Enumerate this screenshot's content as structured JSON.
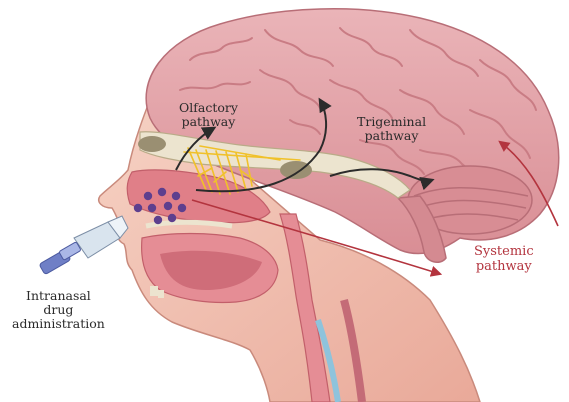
{
  "labels": {
    "olfactory": [
      "Olfactory",
      "pathway"
    ],
    "trigeminal": [
      "Trigeminal",
      "pathway"
    ],
    "systemic": [
      "Systemic",
      "pathway"
    ],
    "intranasal": [
      "Intranasal",
      "drug",
      "administration"
    ]
  },
  "colors": {
    "background": "#ffffff",
    "brain": "#e4a3a8",
    "brain_sulci": "#c97c84",
    "skin": "#f2c2b3",
    "skin_outline": "#c98a7c",
    "bone": "#ece4cf",
    "mucosa": "#e07f88",
    "olfactory_nerve": "#f0c12a",
    "drug_particles": "#5d3f8e",
    "pathway_arrow_dark": "#2b2b2b",
    "systemic_arrow": "#b3343e",
    "systemic_label": "#b3343e",
    "device": "#d9e4ee",
    "device_accent": "#6f7fc6",
    "airway_blue": "#8ec3dc"
  },
  "icons": [
    "nasal-spray-device-icon"
  ]
}
